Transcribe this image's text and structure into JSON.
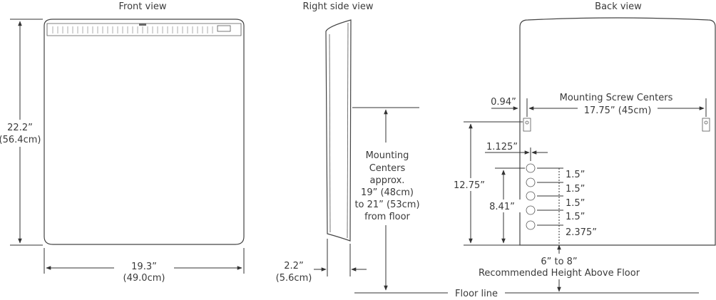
{
  "views": {
    "front": {
      "title": "Front view"
    },
    "side": {
      "title": "Right side view"
    },
    "back": {
      "title": "Back view"
    }
  },
  "front": {
    "height_in": "22.2”",
    "height_cm": "(56.4cm)",
    "width_in": "19.3”",
    "width_cm": "(49.0cm)"
  },
  "side": {
    "depth_in": "2.2”",
    "depth_cm": "(5.6cm)",
    "mounting_lines": [
      "Mounting",
      "Centers",
      "approx.",
      "19” (48cm)",
      "to 21” (53cm)",
      "from floor"
    ]
  },
  "back": {
    "screw_centers_title": "Mounting Screw Centers",
    "screw_centers_value": "17.75” (45cm)",
    "offset_left": "0.94”",
    "hole_offset": "1.125”",
    "height_1275": "12.75”",
    "height_841": "8.41”",
    "spacings": [
      "1.5”",
      "1.5”",
      "1.5”",
      "1.5”",
      "2.375”"
    ],
    "recommended_1": "6” to 8”",
    "recommended_2": "Recommended Height Above Floor"
  },
  "floor_line": "Floor line"
}
